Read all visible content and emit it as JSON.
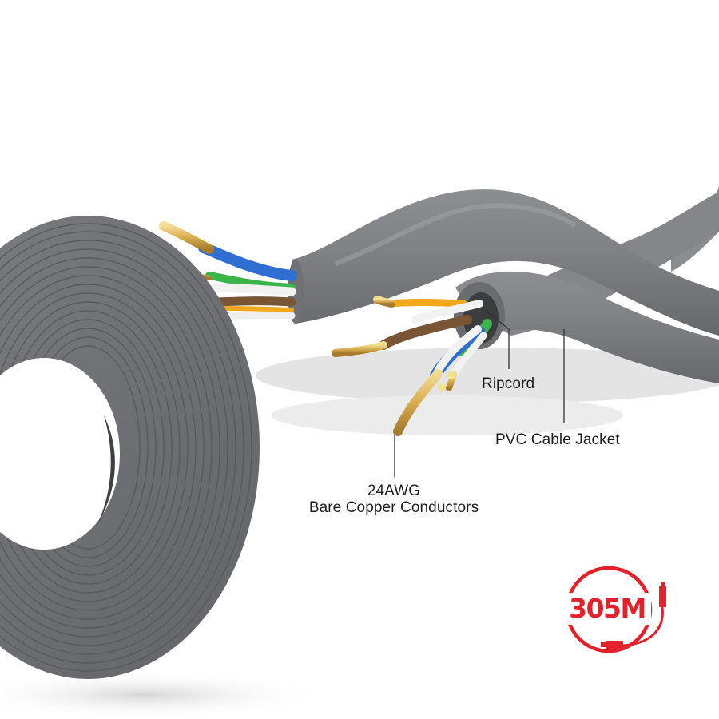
{
  "image": {
    "subject": "Bulk network cable coil with stripped twisted-pair conductors",
    "background_color": "#ffffff"
  },
  "callouts": {
    "ripcord": {
      "label": "Ripcord"
    },
    "jacket": {
      "label": "PVC Cable Jacket"
    },
    "conductors": {
      "line1": "24AWG",
      "line2": "Bare Copper Conductors"
    }
  },
  "badge": {
    "text": "305M",
    "icon": "cable-length-icon",
    "color": "#e3212b"
  },
  "colors": {
    "jacket_gray": "#7d7f82",
    "jacket_dark": "#5c5e61",
    "copper": "#d9b25a",
    "wire_blue": "#2f6fd1",
    "wire_green": "#3bb54a",
    "wire_orange": "#f2a81d",
    "wire_brown": "#7a5535",
    "wire_white": "#f2f2f2",
    "leader_line": "#333333"
  }
}
